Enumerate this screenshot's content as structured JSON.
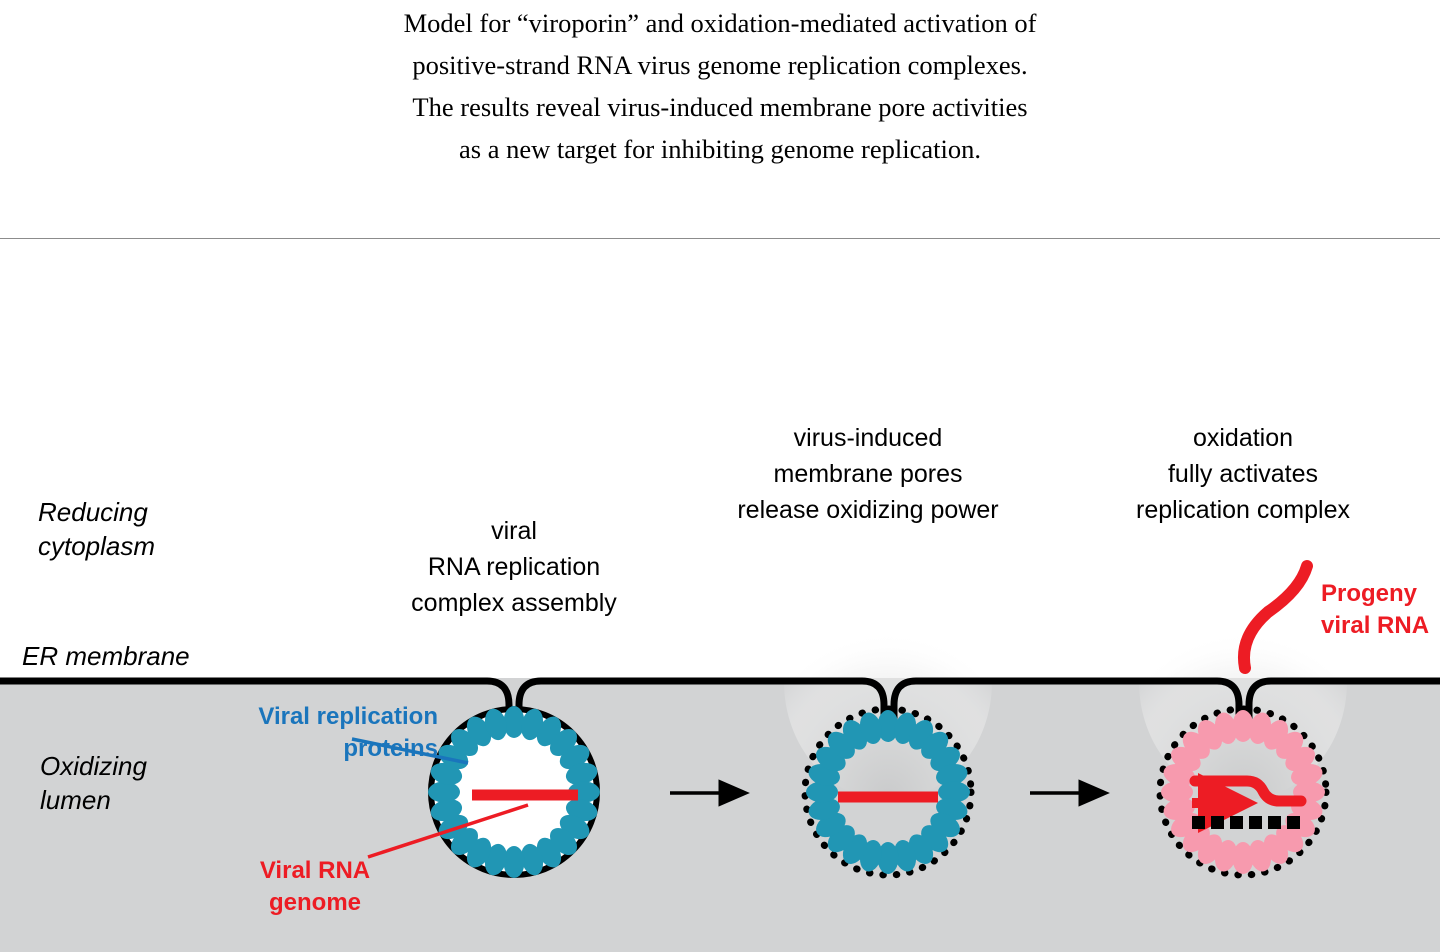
{
  "caption": {
    "lines": [
      "Model for “viroporin” and oxidation-mediated activation of",
      "positive-strand RNA virus genome replication complexes.",
      "The results reveal virus-induced membrane pore activities",
      "as a new target for inhibiting genome replication."
    ]
  },
  "compartments": {
    "top_label_line1": "Reducing",
    "top_label_line2": "cytoplasm",
    "membrane_label": "ER membrane",
    "bottom_label_line1": "Oxidizing",
    "bottom_label_line2": "lumen"
  },
  "stages": [
    {
      "id": "assembly",
      "heading_lines": [
        "viral",
        "RNA replication",
        "complex assembly"
      ]
    },
    {
      "id": "pores",
      "heading_lines": [
        "virus-induced",
        "membrane pores",
        "release oxidizing power"
      ]
    },
    {
      "id": "oxidation",
      "heading_lines": [
        "oxidation",
        "fully activates",
        "replication complex"
      ]
    }
  ],
  "annotations": {
    "proteins_line1": "Viral replication",
    "proteins_line2": "proteins",
    "genome_line1": "Viral RNA",
    "genome_line2": "genome",
    "progeny_line1": "Progeny",
    "progeny_line2": "viral RNA"
  },
  "colors": {
    "protein_reduced": "#2196b4",
    "protein_oxidized": "#f79aae",
    "rna_red": "#ed1c24",
    "annotation_blue": "#1a75bc",
    "annotation_red": "#ed1c24",
    "lumen_gray": "#d2d3d4",
    "membrane_black": "#000000",
    "divider_gray": "#8c8c8c"
  }
}
